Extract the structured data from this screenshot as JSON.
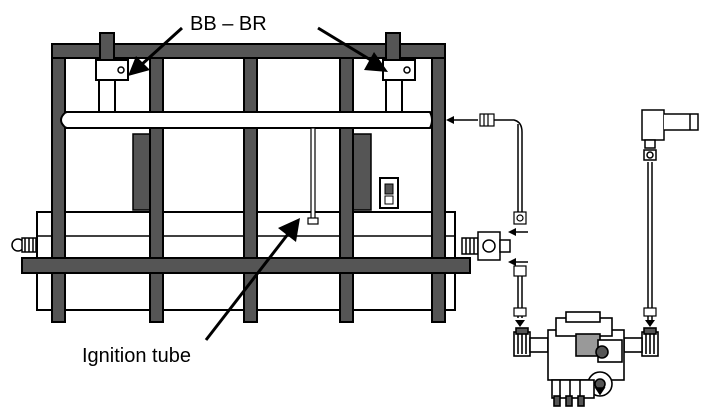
{
  "labels": {
    "top": "BB – BR",
    "bottom": "Ignition tube"
  },
  "colors": {
    "background": "#ffffff",
    "frame_dark": "#555555",
    "outline": "#000000",
    "light_fill": "#ffffff",
    "mid_gray": "#999999"
  },
  "icons": [
    "bracket",
    "arrow",
    "fitting",
    "valve",
    "plug",
    "tube",
    "gas-valve-unit"
  ]
}
